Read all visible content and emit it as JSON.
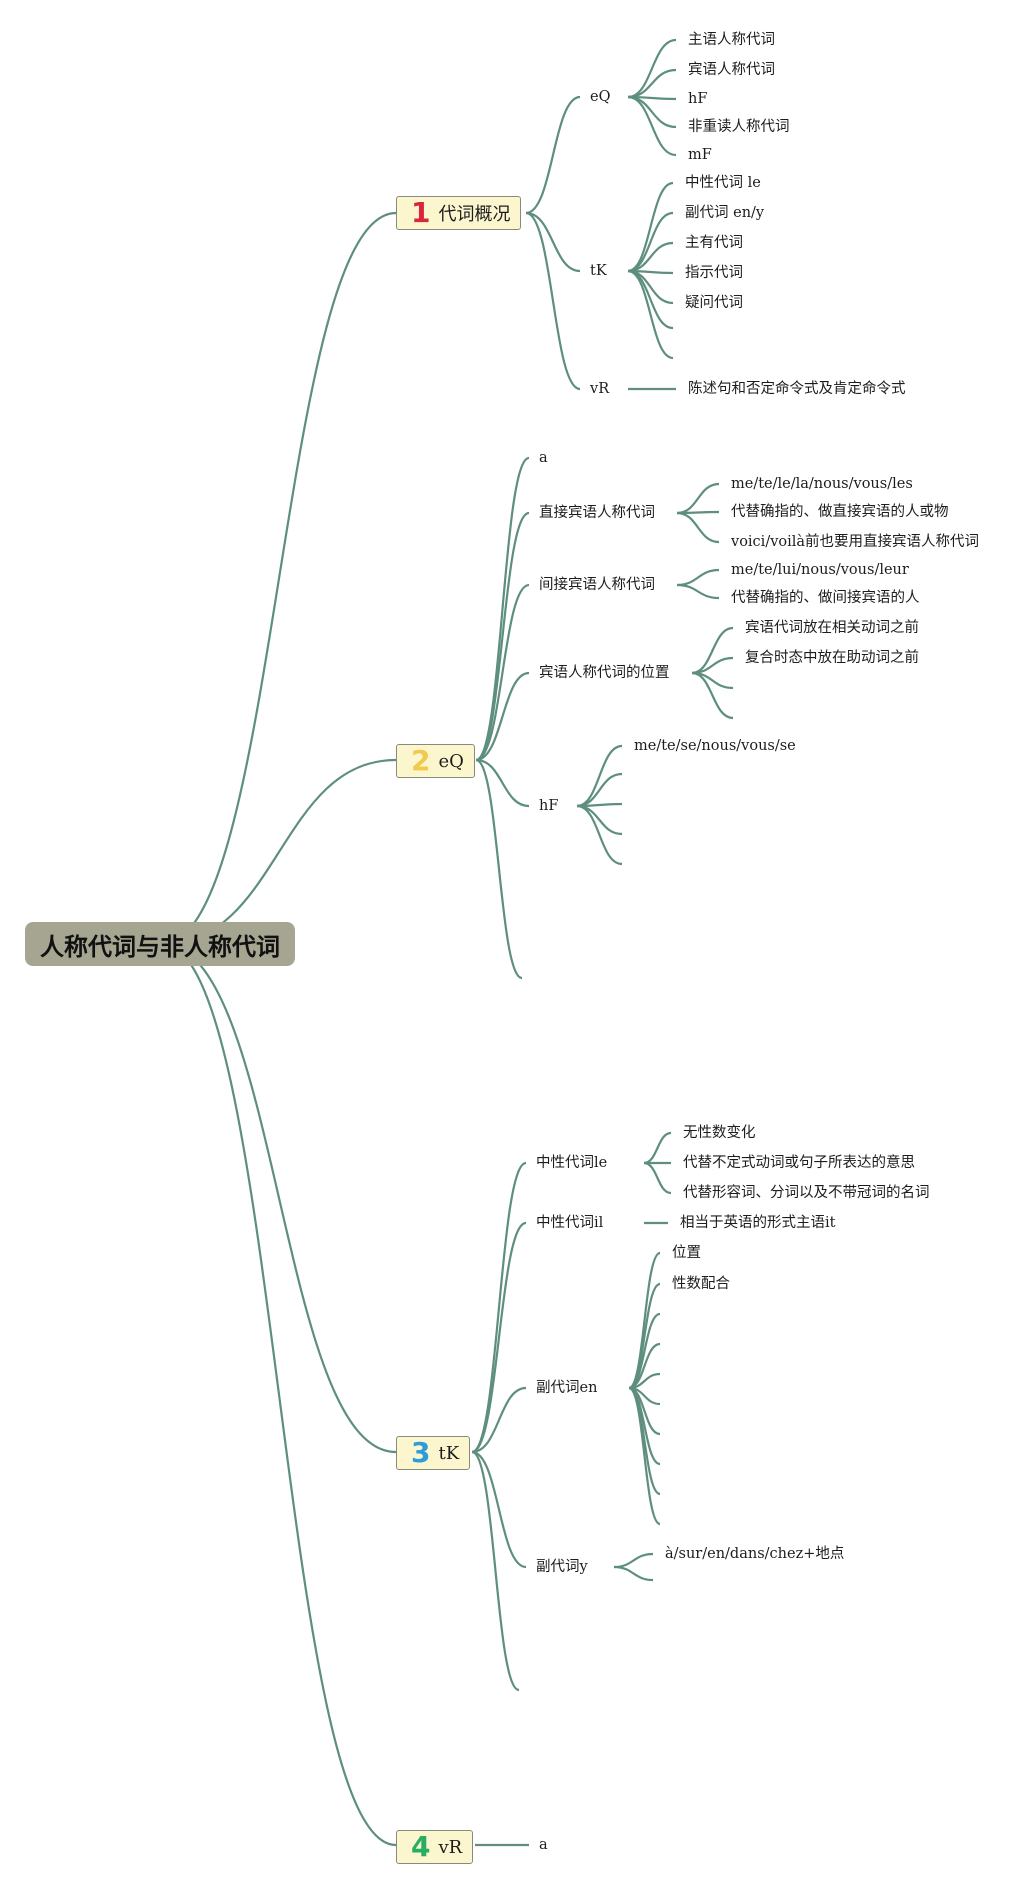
{
  "root": {
    "label": "人称代词与非人称代词"
  },
  "colors": {
    "edge": "#5e8f7d",
    "root_fill": "#a5a591",
    "topic_fill": "#fcf6cf"
  },
  "topics": [
    {
      "number": "1",
      "number_color": "#d7263d",
      "label": "代词概况",
      "children": [
        {
          "label": "eQ",
          "children": [
            {
              "label": "主语人称代词"
            },
            {
              "label": "宾语人称代词"
            },
            {
              "label": "hF"
            },
            {
              "label": "非重读人称代词"
            },
            {
              "label": "mF"
            }
          ]
        },
        {
          "label": "tK",
          "children": [
            {
              "label": "中性代词 le"
            },
            {
              "label": "副代词 en/y"
            },
            {
              "label": "主有代词"
            },
            {
              "label": "指示代词"
            },
            {
              "label": "疑问代词"
            },
            {
              "label": ""
            },
            {
              "label": ""
            }
          ]
        },
        {
          "label": "vR",
          "children": [
            {
              "label": "陈述句和否定命令式及肯定命令式"
            }
          ]
        }
      ]
    },
    {
      "number": "2",
      "number_color": "#f2c94c",
      "label": "eQ",
      "children": [
        {
          "label": "a",
          "children": []
        },
        {
          "label": "直接宾语人称代词",
          "children": [
            {
              "label": "me/te/le/la/nous/vous/les"
            },
            {
              "label": "代替确指的、做直接宾语的人或物"
            },
            {
              "label": "voici/voilà前也要用直接宾语人称代词"
            }
          ]
        },
        {
          "label": "间接宾语人称代词",
          "children": [
            {
              "label": "me/te/lui/nous/vous/leur"
            },
            {
              "label": "代替确指的、做间接宾语的人"
            }
          ]
        },
        {
          "label": "宾语人称代词的位置",
          "children": [
            {
              "label": "宾语代词放在相关动词之前"
            },
            {
              "label": "复合时态中放在助动词之前"
            },
            {
              "label": ""
            },
            {
              "label": ""
            }
          ]
        },
        {
          "label": "hF",
          "children": [
            {
              "label": "me/te/se/nous/vous/se"
            },
            {
              "label": ""
            },
            {
              "label": ""
            },
            {
              "label": ""
            },
            {
              "label": ""
            }
          ]
        },
        {
          "label": "",
          "children": []
        }
      ]
    },
    {
      "number": "3",
      "number_color": "#2d9cdb",
      "label": "tK",
      "children": [
        {
          "label": "中性代词le",
          "children": [
            {
              "label": "无性数变化"
            },
            {
              "label": "代替不定式动词或句子所表达的意思"
            },
            {
              "label": "代替形容词、分词以及不带冠词的名词"
            }
          ]
        },
        {
          "label": "中性代词il",
          "children": [
            {
              "label": "相当于英语的形式主语it"
            }
          ]
        },
        {
          "label": "副代词en",
          "children": [
            {
              "label": "位置"
            },
            {
              "label": "性数配合"
            },
            {
              "label": ""
            },
            {
              "label": ""
            },
            {
              "label": ""
            },
            {
              "label": ""
            },
            {
              "label": ""
            },
            {
              "label": ""
            },
            {
              "label": ""
            },
            {
              "label": ""
            }
          ]
        },
        {
          "label": "副代词y",
          "children": [
            {
              "label": "à/sur/en/dans/chez+地点"
            },
            {
              "label": ""
            }
          ]
        },
        {
          "label": "",
          "children": []
        }
      ]
    },
    {
      "number": "4",
      "number_color": "#27ae60",
      "label": "vR",
      "children": [
        {
          "label": "a",
          "children": []
        }
      ]
    }
  ]
}
